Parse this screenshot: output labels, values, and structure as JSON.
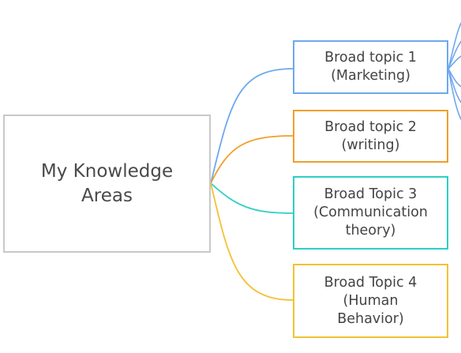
{
  "diagram": {
    "root": {
      "label": "My Knowledge\nAreas"
    },
    "topics": [
      {
        "label": "Broad topic 1\n(Marketing)",
        "color": "#6ea8ee"
      },
      {
        "label": "Broad topic 2\n(writing)",
        "color": "#f0a02a"
      },
      {
        "label": "Broad Topic 3\n(Communication\ntheory)",
        "color": "#2ecfc4"
      },
      {
        "label": "Broad Topic 4\n(Human\nBehavior)",
        "color": "#f2c233"
      }
    ],
    "subtopic_branch_color": "#6ea8ee"
  }
}
